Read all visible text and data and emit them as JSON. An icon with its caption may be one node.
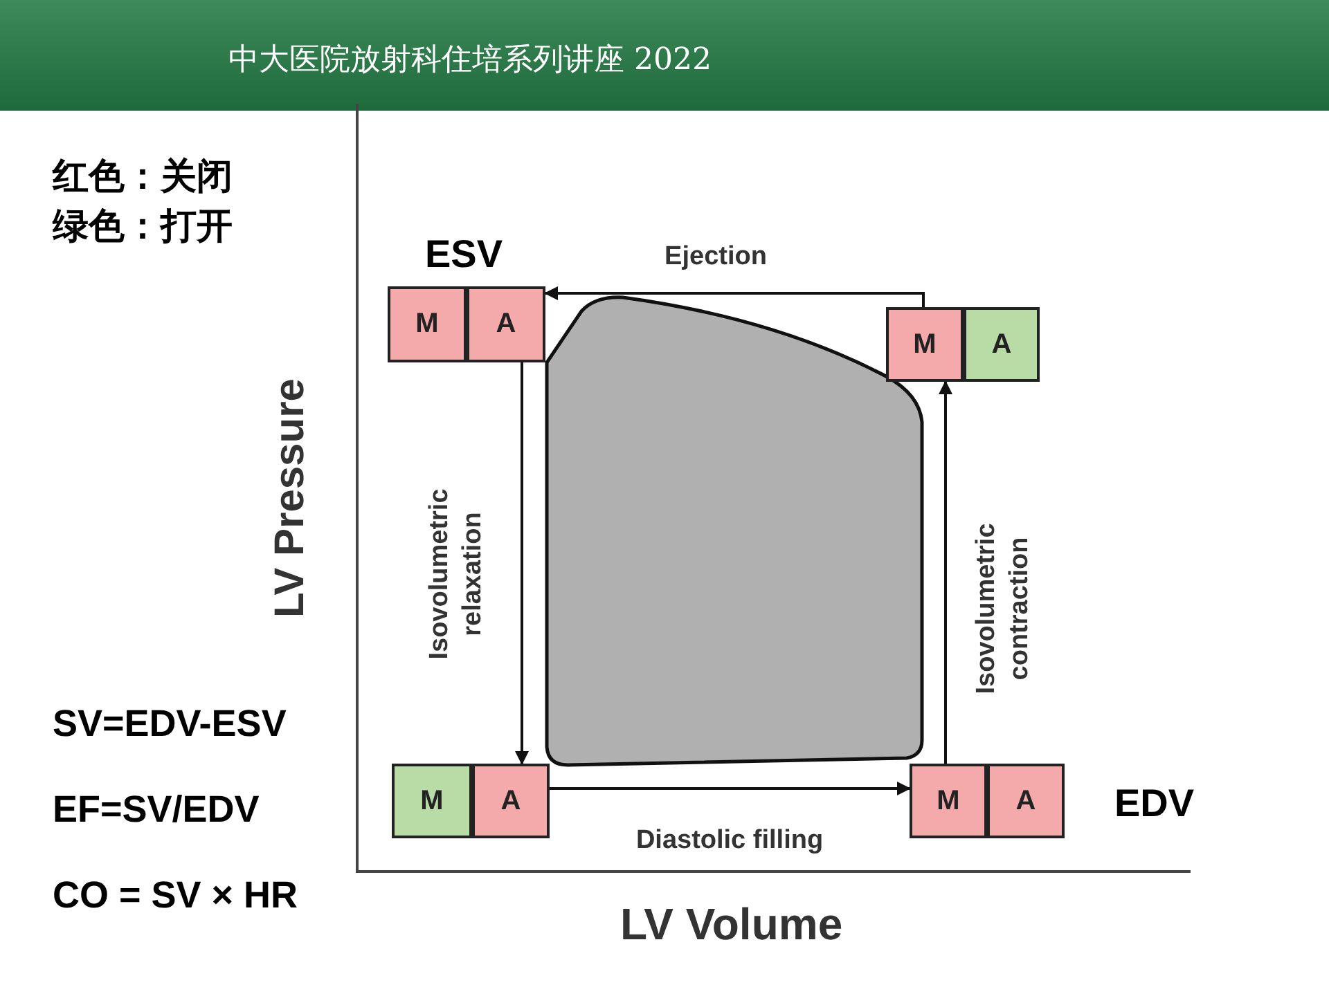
{
  "diagram": {
    "title": "中大医院放射科住培系列讲座 2022",
    "nodes": [
      {
        "text": [
          "M"
        ]
      },
      {
        "text": [
          "A"
        ]
      },
      {
        "text": [
          "M"
        ]
      },
      {
        "text": [
          "A"
        ]
      },
      {
        "text": [
          "M"
        ]
      },
      {
        "text": [
          "A"
        ]
      },
      {
        "text": [
          "M"
        ]
      },
      {
        "text": [
          "A"
        ]
      },
      {
        "text": [],
        "shape": "box"
      }
    ],
    "edges": [
      {
        "from": 2,
        "to": 1,
        "arrow": "to",
        "label": "Ejection"
      },
      {
        "from": 1,
        "to": 5,
        "arrow": "to",
        "label": "Isovolumetric relaxation"
      },
      {
        "from": 5,
        "to": 6,
        "arrow": "to",
        "label": "Diastolic filling"
      },
      {
        "from": 6,
        "to": 2,
        "arrow": "to",
        "label": "Isovolumetric contraction"
      }
    ],
    "labels": [
      "红色：关闭",
      "绿色：打开",
      "ESV",
      "EDV",
      "SV=EDV-ESV",
      "EF=SV/EDV",
      "CO = SV × HR",
      "LV Pressure",
      "LV Volume"
    ]
  }
}
